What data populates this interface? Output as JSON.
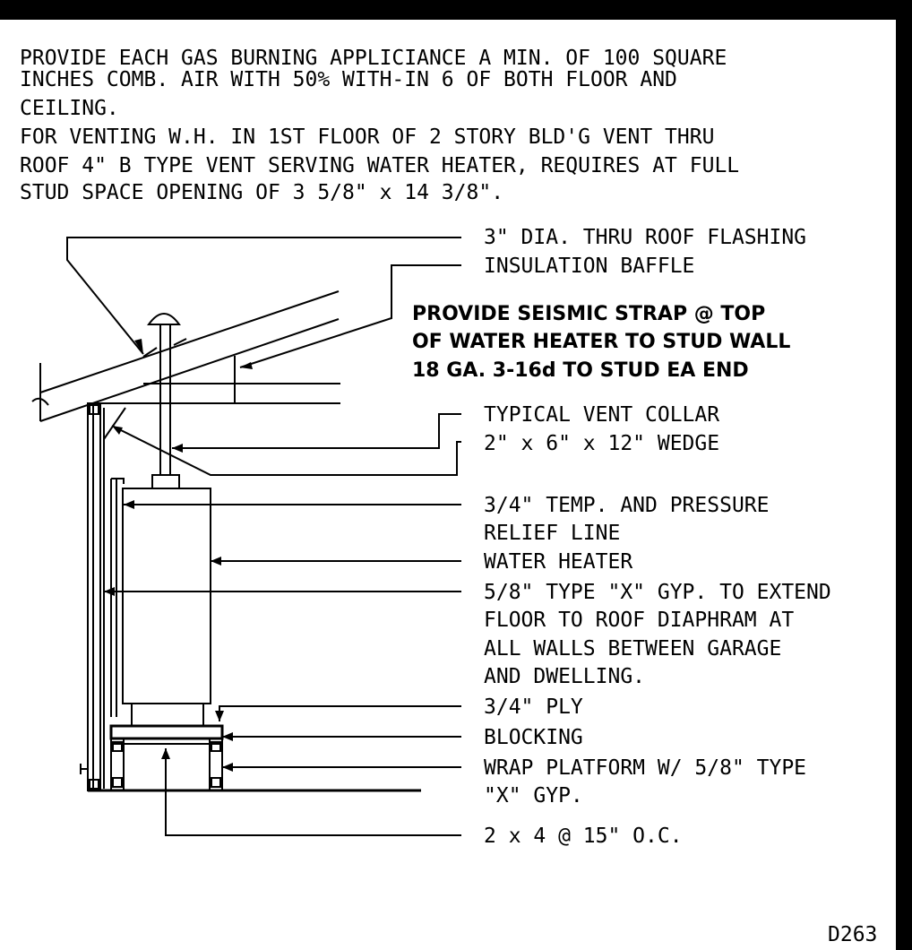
{
  "notes": {
    "line1": "PROVIDE EACH GAS BURNING APPLICIANCE A MIN. OF 100 SQUARE",
    "line2": "INCHES COMB. AIR WITH 50% WITH-IN 6 OF BOTH FLOOR AND",
    "line3": "CEILING.",
    "line4": "FOR VENTING W.H. IN 1ST FLOOR OF 2 STORY BLD'G VENT THRU",
    "line5": "ROOF 4\" B TYPE VENT SERVING WATER HEATER, REQUIRES AT FULL",
    "line6": "STUD SPACE OPENING OF 3 5/8\" x 14 3/8\"."
  },
  "callouts": {
    "flashing": "3\" DIA. THRU ROOF FLASHING",
    "baffle": "INSULATION BAFFLE",
    "seismic1": "PROVIDE SEISMIC STRAP @ TOP",
    "seismic2": "OF WATER HEATER TO STUD WALL",
    "seismic3": "18 GA. 3-16d TO STUD EA END",
    "collar": "TYPICAL VENT COLLAR",
    "wedge": "2\" x 6\" x 12\" WEDGE",
    "relief1": "3/4\" TEMP. AND PRESSURE",
    "relief2": "RELIEF LINE",
    "heater": "WATER HEATER",
    "gyp1": "5/8\" TYPE \"X\" GYP. TO EXTEND",
    "gyp2": "FLOOR TO ROOF DIAPHRAM AT",
    "gyp3": "ALL WALLS BETWEEN GARAGE",
    "gyp4": "AND DWELLING.",
    "ply": "3/4\" PLY",
    "blocking": "BLOCKING",
    "wrap1": "WRAP PLATFORM W/ 5/8\" TYPE",
    "wrap2": "\"X\" GYP.",
    "studs": "2 x 4 @ 15\" O.C."
  },
  "drawing_id": "D263"
}
